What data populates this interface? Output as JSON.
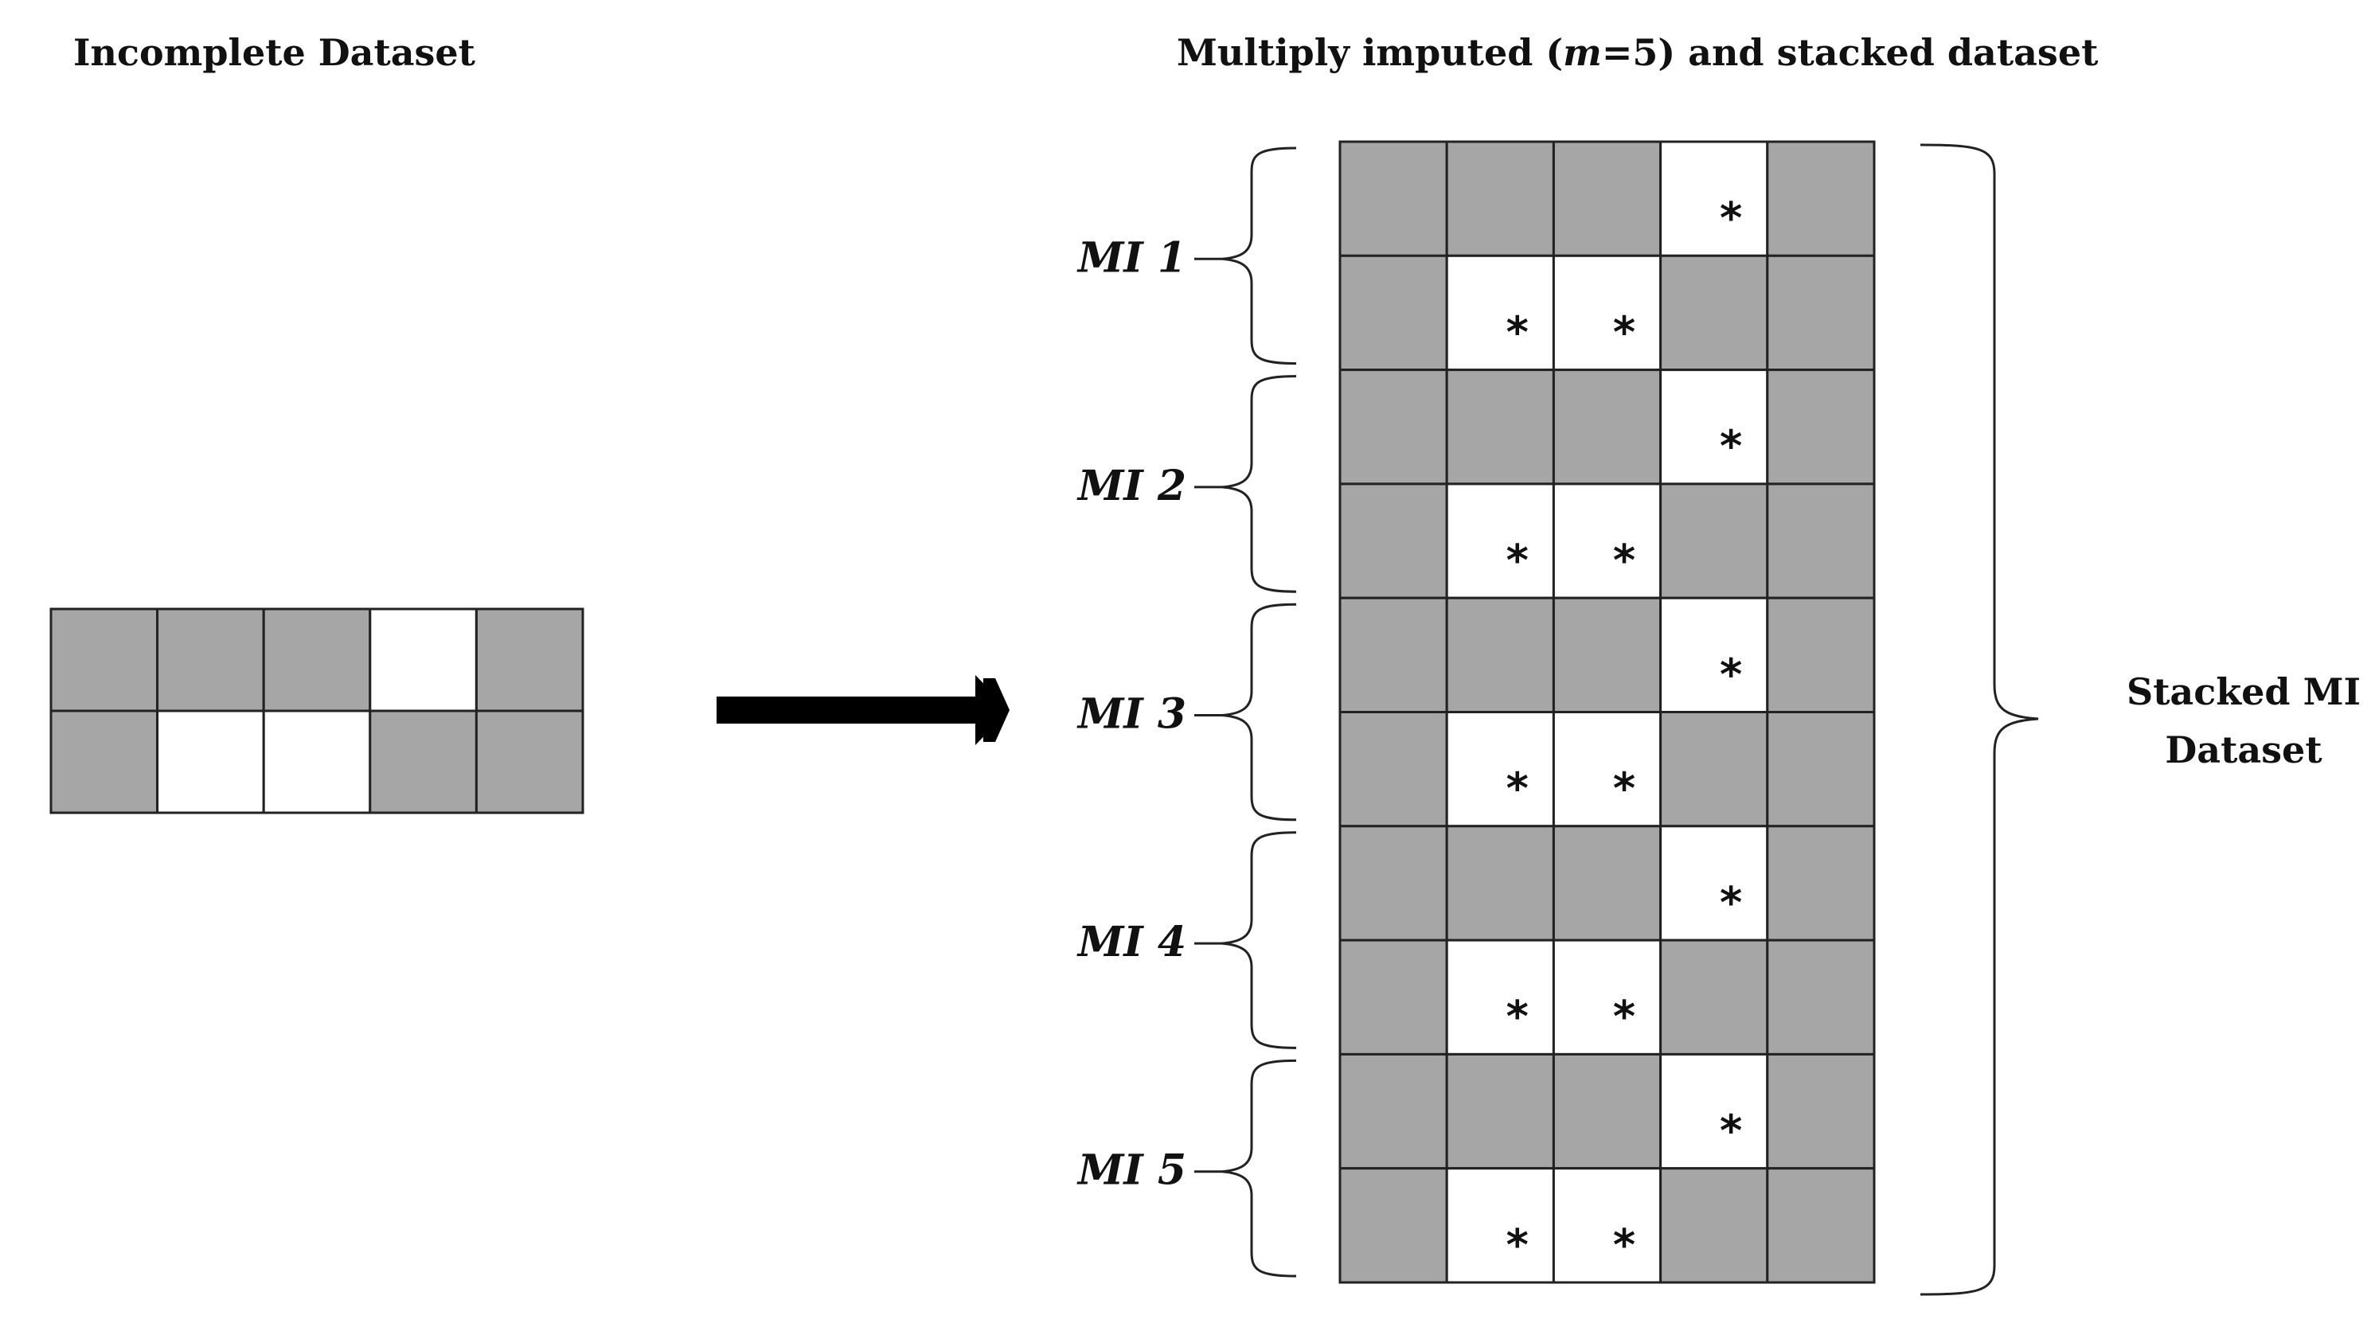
{
  "titles": {
    "left": "Incomplete Dataset",
    "right_prefix": "Multiply imputed (",
    "right_m": "m",
    "right_eq": "=5",
    "right_suffix": ") and stacked dataset"
  },
  "incomplete_dataset": {
    "rows": [
      [
        "observed",
        "observed",
        "observed",
        "missing",
        "observed"
      ],
      [
        "observed",
        "missing",
        "missing",
        "observed",
        "observed"
      ]
    ]
  },
  "imputed_block": {
    "rows": [
      [
        "observed",
        "observed",
        "observed",
        "imputed",
        "observed"
      ],
      [
        "observed",
        "imputed",
        "imputed",
        "observed",
        "observed"
      ]
    ],
    "imputed_marker": "*"
  },
  "imputations": [
    {
      "label": "MI 1"
    },
    {
      "label": "MI 2"
    },
    {
      "label": "MI 3"
    },
    {
      "label": "MI 4"
    },
    {
      "label": "MI 5"
    }
  ],
  "stacked_label_lines": [
    "Stacked MI",
    "Dataset"
  ],
  "colors": {
    "observed": "#a6a6a6",
    "missing": "#ffffff",
    "grid_line": "#222222",
    "arrow": "#000000"
  }
}
